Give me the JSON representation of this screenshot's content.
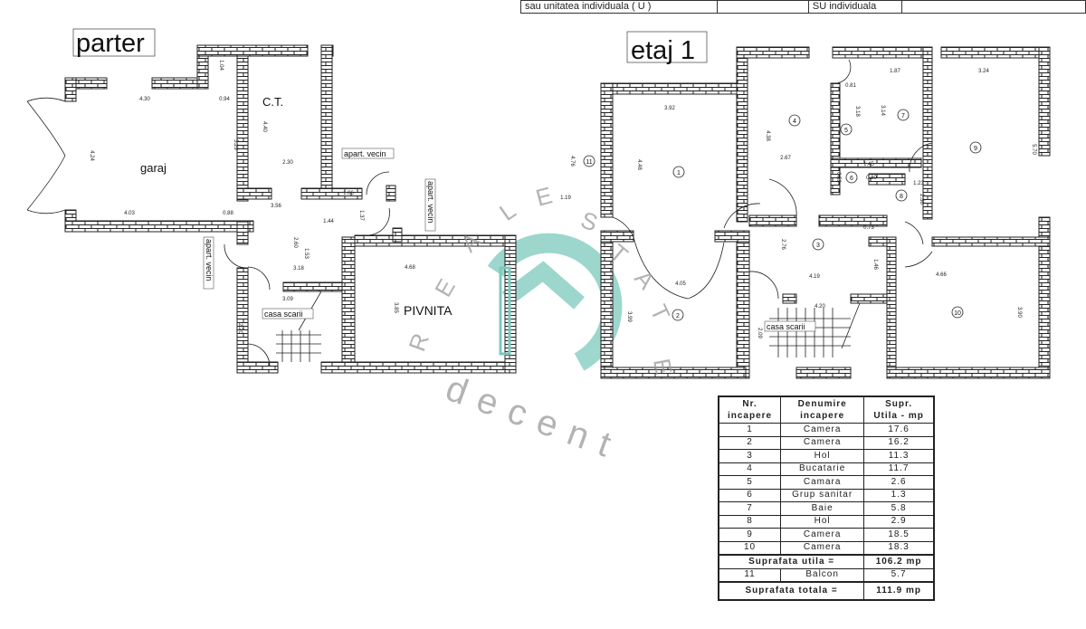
{
  "header_row": {
    "cells": [
      "sau unitatea individuala ( U )",
      "",
      "SU individuala",
      ""
    ]
  },
  "parter": {
    "title": "parter",
    "rooms": {
      "garaj": "garaj",
      "ct": "C.T.",
      "pivnita": "PIVNITA",
      "casa_scarii": "casa scarii"
    },
    "neighbors": [
      "apart. vecin",
      "apart. vecin",
      "apart. vecin"
    ],
    "dims": [
      "4.30",
      "0.94",
      "1.04",
      "4.24",
      "5.29",
      "4.40",
      "2.30",
      "4.03",
      "0.88",
      "3.56",
      "1.06",
      "1.37",
      "1.44",
      "2.60",
      "1.53",
      "3.18",
      "4.68",
      "3.09",
      "3.85",
      "2.20"
    ]
  },
  "etaj": {
    "title": "etaj 1",
    "casa_scarii": "casa scarii",
    "room_numbers": [
      "1",
      "2",
      "3",
      "4",
      "5",
      "6",
      "7",
      "8",
      "9",
      "10",
      "11"
    ],
    "dims": [
      "4.76",
      "1.19",
      "3.92",
      "4.48",
      "4.38",
      "2.67",
      "0.81",
      "3.18",
      "3.14",
      "1.87",
      "3.24",
      "5.70",
      "1.45",
      "0.59",
      "0.80",
      "1.23",
      "2.36",
      "0.73",
      "2.76",
      "4.19",
      "1.46",
      "4.66",
      "4.05",
      "3.99",
      "4.20",
      "2.09",
      "3.90"
    ]
  },
  "watermark": {
    "text": "REAL ESTATE",
    "brand": "Decent",
    "color": "#7cc9bd"
  },
  "room_table": {
    "headers": [
      [
        "Nr.",
        "incapere"
      ],
      [
        "Denumire",
        "incapere"
      ],
      [
        "Supr.",
        "Utila - mp"
      ]
    ],
    "rows": [
      {
        "nr": "1",
        "name": "Camera",
        "area": "17.6"
      },
      {
        "nr": "2",
        "name": "Camera",
        "area": "16.2"
      },
      {
        "nr": "3",
        "name": "Hol",
        "area": "11.3"
      },
      {
        "nr": "4",
        "name": "Bucatarie",
        "area": "11.7"
      },
      {
        "nr": "5",
        "name": "Camara",
        "area": "2.6"
      },
      {
        "nr": "6",
        "name": "Grup sanitar",
        "area": "1.3"
      },
      {
        "nr": "7",
        "name": "Baie",
        "area": "5.8"
      },
      {
        "nr": "8",
        "name": "Hol",
        "area": "2.9"
      },
      {
        "nr": "9",
        "name": "Camera",
        "area": "18.5"
      },
      {
        "nr": "10",
        "name": "Camera",
        "area": "18.3"
      }
    ],
    "useful_label": "Suprafata  utila =",
    "useful_value": "106.2  mp",
    "balcony": {
      "nr": "11",
      "name": "Balcon",
      "area": "5.7"
    },
    "total_label": "Suprafata  totala =",
    "total_value": "111.9  mp"
  }
}
